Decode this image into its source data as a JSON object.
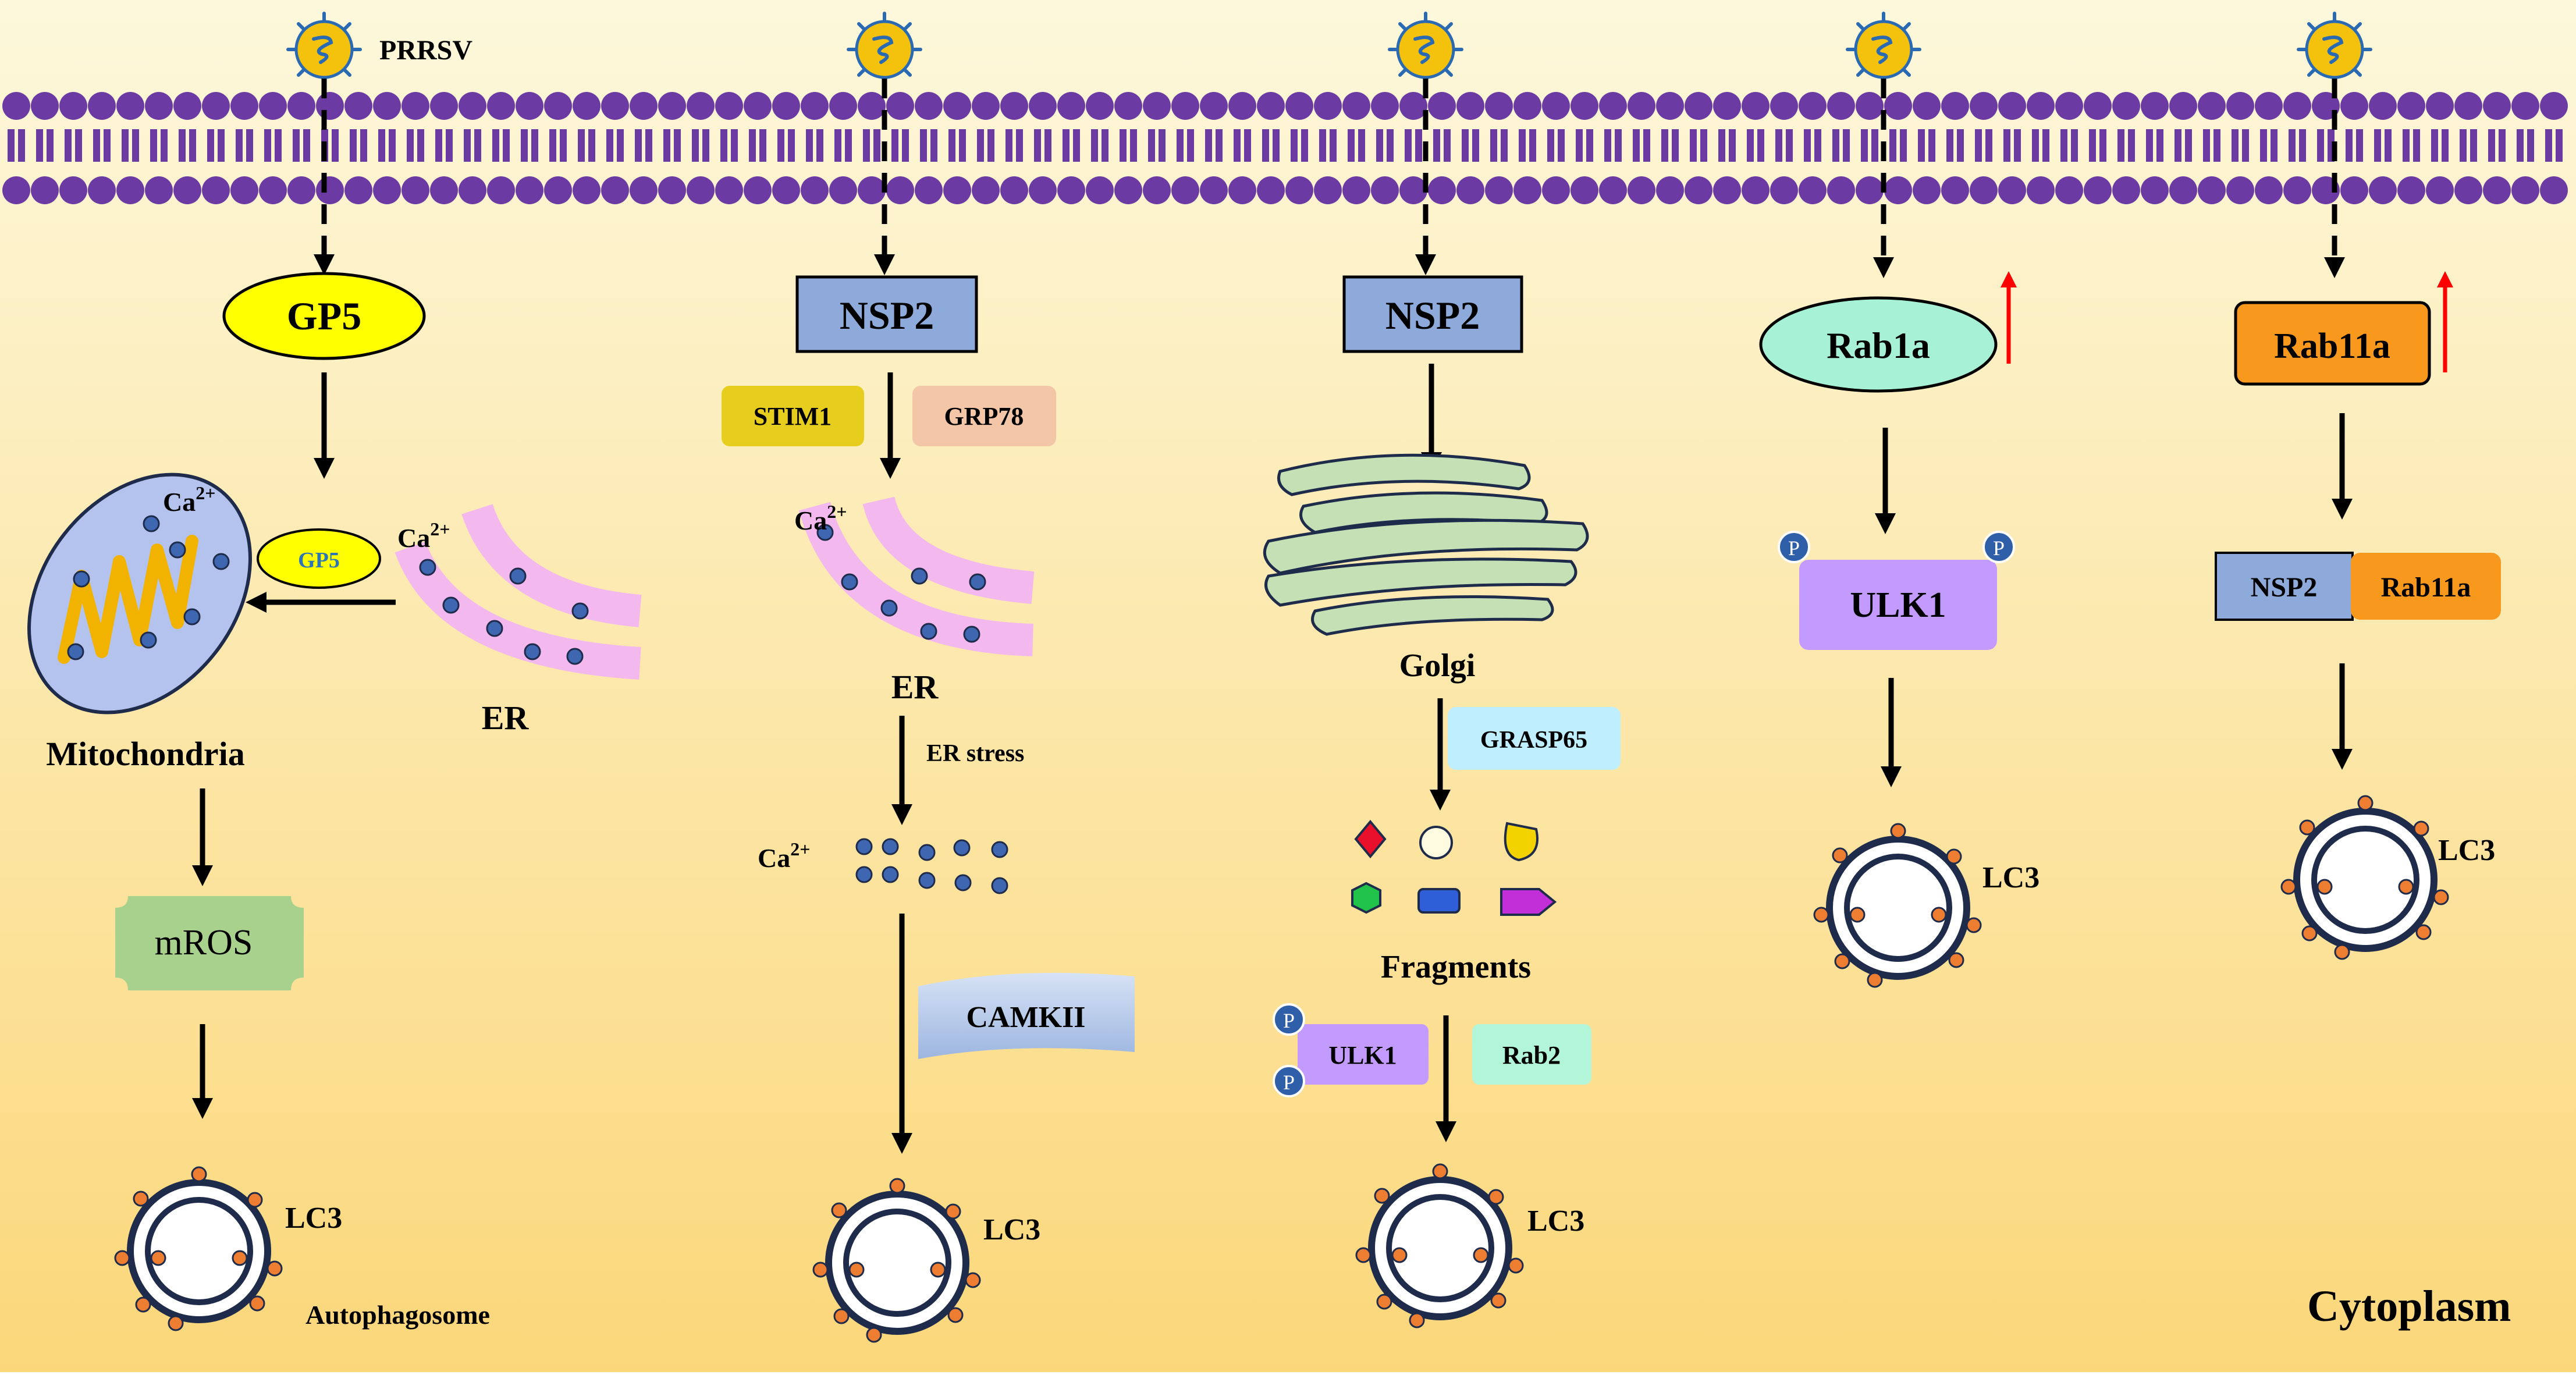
{
  "virus_label": "PRRSV",
  "cytoplasm_label": "Cytoplasm",
  "pathway1": {
    "protein": "GP5",
    "inner_protein": "GP5",
    "calcium_mito": "Ca",
    "calcium_er": "Ca",
    "calcium_superscript": "2+",
    "er_label": "ER",
    "organelle_label": "Mitochondria",
    "ros_label": "mROS",
    "lc3_label": "LC3",
    "autophagosome_label": "Autophagosome"
  },
  "pathway2": {
    "protein": "NSP2",
    "factor1": "STIM1",
    "factor2": "GRP78",
    "calcium": "Ca",
    "calcium_superscript": "2+",
    "er_label": "ER",
    "stress_label": "ER stress",
    "calcium_released": "Ca",
    "kinase": "CAMKII",
    "lc3_label": "LC3"
  },
  "pathway3": {
    "protein": "NSP2",
    "golgi_label": "Golgi",
    "factor": "GRASP65",
    "fragments_label": "Fragments",
    "ulk1": "ULK1",
    "rab2": "Rab2",
    "phospho": "P",
    "lc3_label": "LC3"
  },
  "pathway4": {
    "protein": "Rab1a",
    "ulk1": "ULK1",
    "phospho": "P",
    "lc3_label": "LC3"
  },
  "pathway5": {
    "protein": "Rab11a",
    "complex_left": "NSP2",
    "complex_right": "Rab11a",
    "lc3_label": "LC3"
  },
  "colors": {
    "background_top": "#fdf6d6",
    "background_bottom": "#fbd77a",
    "membrane": "#6b3ba3",
    "virus": "#f4c20d",
    "virus_outline": "#2a6ab3",
    "gp5": "#ffff00",
    "nsp2": "#8eaadb",
    "stim1": "#e6cd1e",
    "grp78": "#f4c6a8",
    "er_band": "#f3b9ee",
    "mito_fill": "#b4c3ee",
    "mros": "#a9d18e",
    "camkii": "#b4c7e7",
    "golgi": "#c5e0b4",
    "grasp65": "#bfefff",
    "ulk1": "#c39bff",
    "rab2": "#b3f5d8",
    "rab1a": "#a7f2d7",
    "rab11a": "#f8981d",
    "phospho": "#2e5fa8",
    "lc3_dot": "#ed7d31",
    "up_arrow": "#ff0000"
  }
}
